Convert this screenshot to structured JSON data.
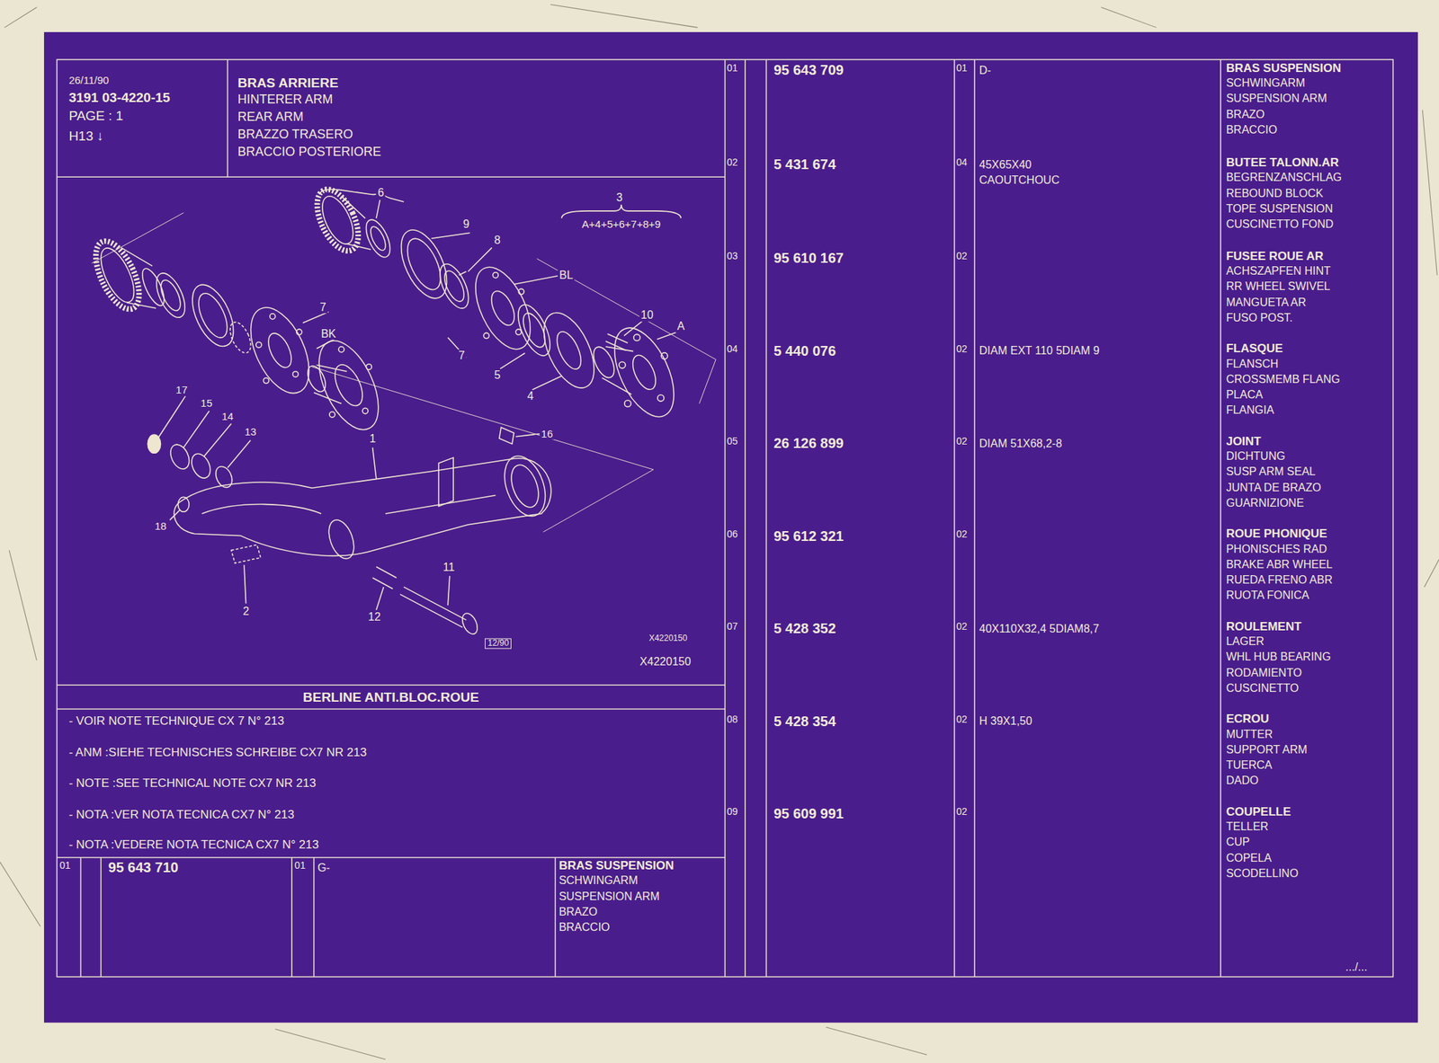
{
  "diagram": {
    "nodes": [
      {
        "text": [
          "26/11/90",
          "3191 03-4220-15",
          "PAGE : 1",
          "H13 ↓"
        ]
      },
      {
        "text": [
          "BRAS ARRIERE",
          "HINTERER ARM",
          "REAR ARM",
          "BRAZZO TRASERO",
          "BRACCIO POSTERIORE"
        ]
      },
      {
        "text": [
          "BERLINE ANTI.BLOC.ROUE",
          "- VOIR NOTE TECHNIQUE CX 7 N° 213",
          "- ANM :SIEHE TECHNISCHES SCHREIBE CX7 NR 213",
          "- NOTE :SEE TECHNICAL NOTE CX7 NR 213",
          "- NOTA :VER NOTA TECNICA CX7 N° 213",
          "- NOTA :VEDERE NOTA TECNICA CX7 N° 213"
        ]
      },
      {
        "text": [
          "01",
          "95 643 710",
          "01",
          "G-",
          "BRAS SUSPENSION",
          "SCHWINGARM",
          "SUSPENSION ARM",
          "BRAZO",
          "BRACCIO"
        ]
      },
      {
        "text": [
          "01",
          "95 643 709",
          "01",
          "D-",
          "BRAS SUSPENSION",
          "SCHWINGARM",
          "SUSPENSION ARM",
          "BRAZO",
          "BRACCIO"
        ]
      },
      {
        "text": [
          "02",
          "5 431 674",
          "04",
          "45X65X40",
          "CAOUTCHOUC",
          "BUTEE TALONN.AR",
          "BEGRENZANSCHLAG",
          "REBOUND BLOCK",
          "TOPE SUSPENSION",
          "CUSCINETTO FOND"
        ]
      },
      {
        "text": [
          "03",
          "95 610 167",
          "02",
          "FUSEE ROUE AR",
          "ACHSZAPFEN HINT",
          "RR WHEEL SWIVEL",
          "MANGUETA AR",
          "FUSO POST."
        ]
      },
      {
        "text": [
          "04",
          "5 440 076",
          "02",
          "DIAM EXT 110 5DIAM 9",
          "FLASQUE",
          "FLANSCH",
          "CROSSMEMB FLANG",
          "PLACA",
          "FLANGIA"
        ]
      },
      {
        "text": [
          "05",
          "26 126 899",
          "02",
          "DIAM 51X68,2-8",
          "JOINT",
          "DICHTUNG",
          "SUSP ARM SEAL",
          "JUNTA DE BRAZO",
          "GUARNIZIONE"
        ]
      },
      {
        "text": [
          "06",
          "95 612 321",
          "02",
          "ROUE PHONIQUE",
          "PHONISCHES RAD",
          "BRAKE ABR WHEEL",
          "RUEDA FRENO ABR",
          "RUOTA FONICA"
        ]
      },
      {
        "text": [
          "07",
          "5 428 352",
          "02",
          "40X110X32,4 5DIAM8,7",
          "ROULEMENT",
          "LAGER",
          "WHL HUB BEARING",
          "RODAMIENTO",
          "CUSCINETTO"
        ]
      },
      {
        "text": [
          "08",
          "5 428 354",
          "02",
          "H 39X1,50",
          "ECROU",
          "MUTTER",
          "SUPPORT ARM",
          "TUERCA",
          "DADO"
        ]
      },
      {
        "text": [
          "09",
          "95 609 991",
          "02",
          "COUPELLE",
          "TELLER",
          "CUP",
          "COPELA",
          "SCODELLINO"
        ]
      }
    ],
    "labels": [
      "6",
      "3",
      "A+4+5+6+7+8+9",
      "9",
      "8",
      "BL",
      "7",
      "BK",
      "10",
      "A",
      "7",
      "5",
      "4",
      "17",
      "15",
      "14",
      "13",
      "16",
      "1",
      "18",
      "2",
      "12",
      "11",
      "12/90",
      "X4220150",
      "X4220150",
      ".../..."
    ]
  }
}
